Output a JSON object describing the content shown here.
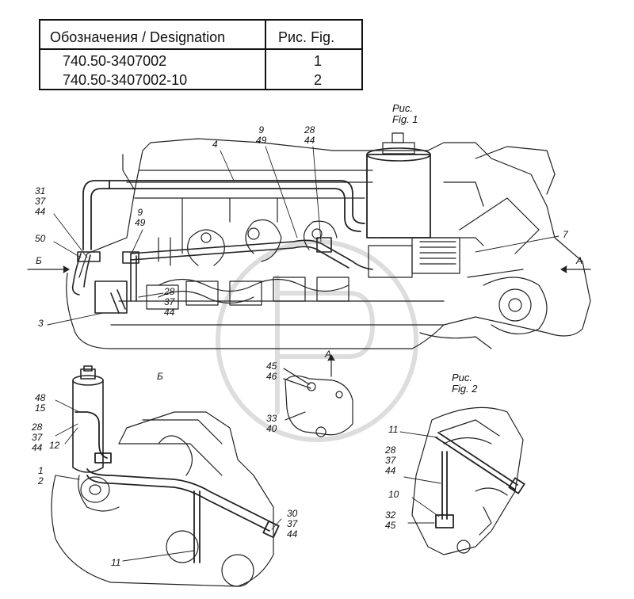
{
  "table": {
    "header_designation": "Обозначения / Designation",
    "header_fig": "Рис. Fig.",
    "rows": [
      {
        "designation": "740.50-3407002",
        "fig": "1"
      },
      {
        "designation": "740.50-3407002-10",
        "fig": "2"
      }
    ]
  },
  "figures": {
    "fig1": {
      "ru": "Рис.",
      "en": "Fig.",
      "num": "1"
    },
    "fig2": {
      "ru": "Рис.",
      "en": "Fig.",
      "num": "2"
    }
  },
  "views": {
    "b_left": "Б",
    "a_right": "А",
    "a_center": "А",
    "b_center": "Б"
  },
  "callouts": {
    "c4": "4",
    "c9_49_top": [
      "9",
      "49"
    ],
    "c28_44_top": [
      "28",
      "44"
    ],
    "c31_37_44": [
      "31",
      "37",
      "44"
    ],
    "c9_49_mid": [
      "9",
      "49"
    ],
    "c50": "50",
    "c7": "7",
    "c28_37_44_mid": [
      "28",
      "37",
      "44"
    ],
    "c3": "3",
    "c45_46": [
      "45",
      "46"
    ],
    "c33_40": [
      "33",
      "40"
    ],
    "c48_15": [
      "48",
      "15"
    ],
    "c28_37_44_low": [
      "28",
      "37",
      "44"
    ],
    "c12": "12",
    "c1_2": [
      "1",
      "2"
    ],
    "c30_37_44": [
      "30",
      "37",
      "44"
    ],
    "c11_low": "11",
    "c11_fig2": "11",
    "c28_37_44_fig2": [
      "28",
      "37",
      "44"
    ],
    "c10": "10",
    "c32_45": [
      "32",
      "45"
    ]
  }
}
